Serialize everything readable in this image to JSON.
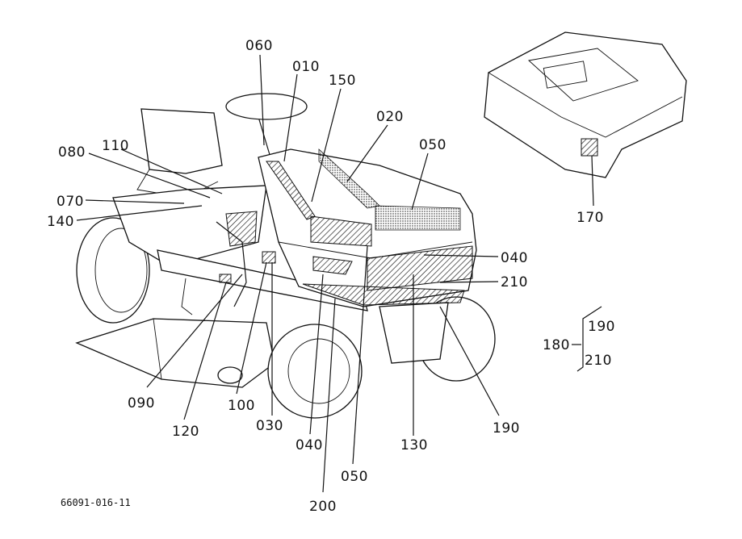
{
  "diagram": {
    "labels": {
      "l060": "060",
      "l010": "010",
      "l150": "150",
      "l020": "020",
      "l050a": "050",
      "l110": "110",
      "l080": "080",
      "l070": "070",
      "l140": "140",
      "l040a": "040",
      "l210a": "210",
      "l170": "170",
      "l180": "180",
      "l190a": "190",
      "l210b": "210",
      "l090": "090",
      "l120": "120",
      "l100": "100",
      "l030": "030",
      "l040b": "040",
      "l050b": "050",
      "l130": "130",
      "l190b": "190",
      "l200": "200"
    },
    "document_code": "66091-016-11"
  }
}
